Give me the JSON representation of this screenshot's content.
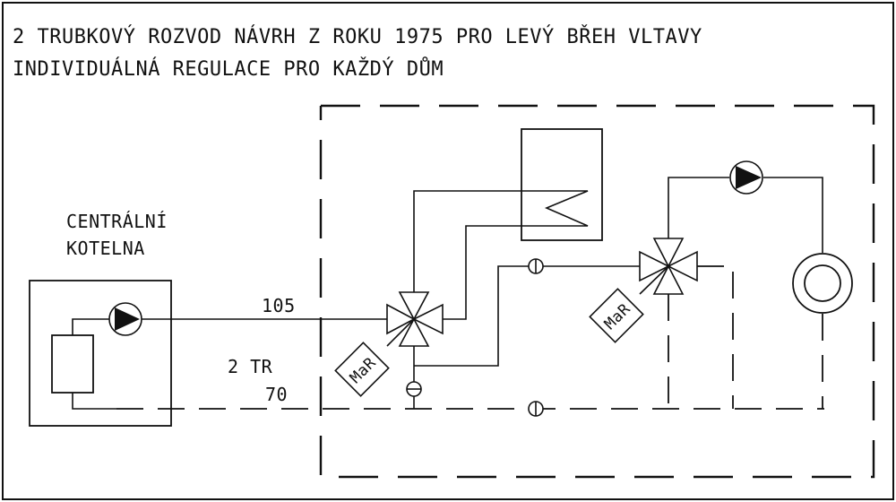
{
  "title_line1": "2 TRUBKOVÝ ROZVOD NÁVRH Z ROKU 1975 PRO LEVÝ BŘEH VLTAVY",
  "title_line2": "INDIVIDUÁLNÁ REGULACE PRO KAŽDÝ DŮM",
  "boiler_label_line1": "CENTRÁLNÍ",
  "boiler_label_line2": "KOTELNA",
  "supply_temp": "105",
  "pipe_label": "2 TR",
  "return_temp": "70",
  "controller_1": "MaR",
  "controller_2": "MaR"
}
